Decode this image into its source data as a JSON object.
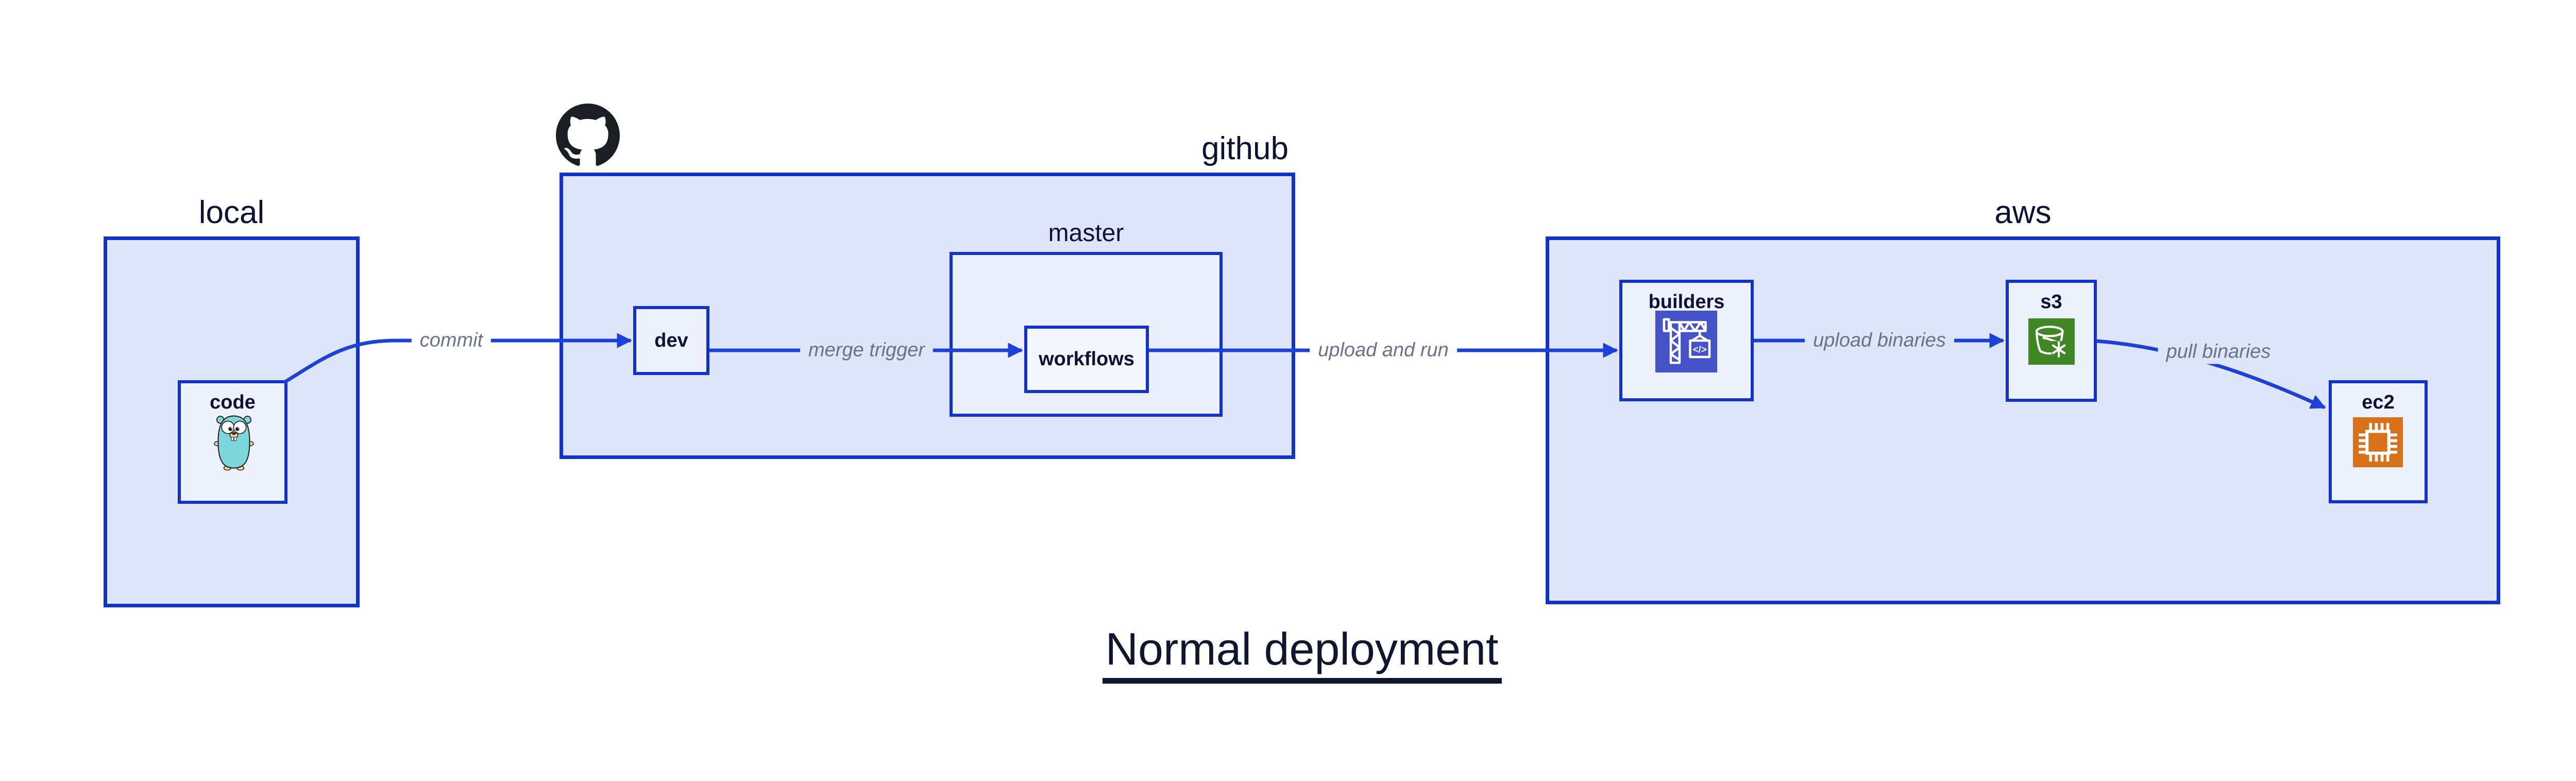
{
  "diagram": {
    "title": "Normal deployment",
    "containers": {
      "local": {
        "label": "local"
      },
      "github": {
        "label": "github"
      },
      "master": {
        "label": "master"
      },
      "aws": {
        "label": "aws"
      }
    },
    "nodes": {
      "code": {
        "label": "code",
        "icon": "go-gopher-icon"
      },
      "dev": {
        "label": "dev"
      },
      "workflows": {
        "label": "workflows"
      },
      "builders": {
        "label": "builders",
        "icon": "aws-codebuild-icon"
      },
      "s3": {
        "label": "s3",
        "icon": "aws-s3-glacier-icon"
      },
      "ec2": {
        "label": "ec2",
        "icon": "aws-ec2-icon"
      }
    },
    "edges": [
      {
        "from": "code",
        "to": "dev",
        "label": "commit"
      },
      {
        "from": "dev",
        "to": "workflows",
        "label": "merge trigger"
      },
      {
        "from": "workflows",
        "to": "builders",
        "label": "upload and run"
      },
      {
        "from": "builders",
        "to": "s3",
        "label": "upload binaries"
      },
      {
        "from": "s3",
        "to": "ec2",
        "label": "pull binaries"
      }
    ],
    "icons": {
      "github_logo": "github-octocat-icon"
    },
    "colors": {
      "container_border": "#1133c9",
      "arrow": "#1b41d6",
      "container_fill": "#dfe5f9",
      "nested_container_fill": "#ebeffb",
      "node_fill": "#edf1fc",
      "inner_node_fill": "#f5f7fd",
      "label_navy": "#0b1236",
      "edge_label_gray": "#6a7288",
      "codebuild_indigo": "#4553c9",
      "glacier_green": "#3f8624",
      "ec2_orange": "#d9701a",
      "gopher_teal": "#7cd7dd",
      "github_black": "#1b1f23",
      "title_ink": "#0f162e"
    }
  }
}
